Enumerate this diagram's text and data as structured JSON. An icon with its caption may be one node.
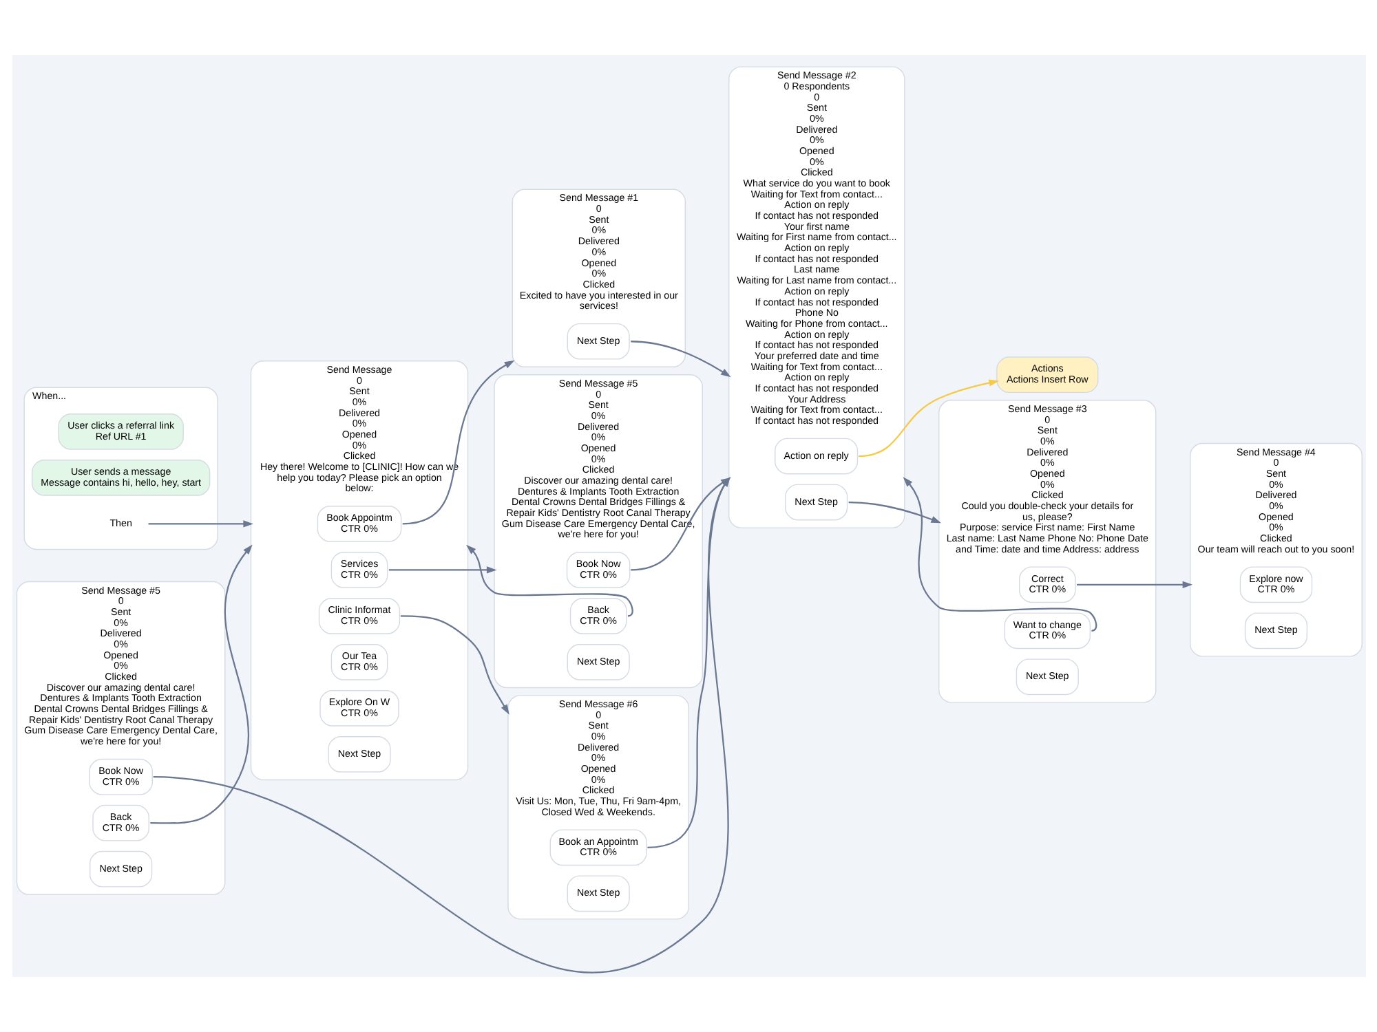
{
  "diagram": {
    "nodes": [
      {
        "text": [
          "When..."
        ]
      },
      {
        "text": [
          "User clicks a referral link",
          "Ref URL #1"
        ],
        "in": 0
      },
      {
        "text": [
          "User sends a message",
          "Message contains hi, hello, hey, start"
        ],
        "in": 0
      },
      {
        "text": [
          "Then"
        ],
        "in": 0
      },
      {
        "text": [
          "Send Message",
          "0",
          "Sent",
          "0%",
          "Delivered",
          "0%",
          "Opened",
          "0%",
          "Clicked",
          "Hey there! Welcome to [CLINIC]! How can we help you today? Please pick an option below:"
        ]
      },
      {
        "text": [
          "Book Appointm",
          "CTR 0%"
        ],
        "in": 4
      },
      {
        "text": [
          "Services",
          "CTR 0%"
        ],
        "in": 4
      },
      {
        "text": [
          "Clinic Informat",
          "CTR 0%"
        ],
        "in": 4
      },
      {
        "text": [
          "Our Tea",
          "CTR 0%"
        ],
        "in": 4
      },
      {
        "text": [
          "Explore On W",
          "CTR 0%"
        ],
        "in": 4
      },
      {
        "text": [
          "Next Step"
        ],
        "in": 4
      },
      {
        "text": [
          "Send Message #5",
          "0",
          "Sent",
          "0%",
          "Delivered",
          "0%",
          "Opened",
          "0%",
          "Clicked",
          "Discover our amazing dental care!",
          "Dentures & Implants Tooth Extraction Dental Crowns Dental Bridges Fillings & Repair Kids' Dentistry Root Canal Therapy Gum Disease Care Emergency Dental Care, we're here for you!"
        ]
      },
      {
        "text": [
          "Book Now",
          "CTR 0%"
        ],
        "in": 11
      },
      {
        "text": [
          "Back",
          "CTR 0%"
        ],
        "in": 11
      },
      {
        "text": [
          "Next Step"
        ],
        "in": 11
      },
      {
        "text": [
          "Send Message #1",
          "0",
          "Sent",
          "0%",
          "Delivered",
          "0%",
          "Opened",
          "0%",
          "Clicked",
          "Excited to have you interested in our services!"
        ]
      },
      {
        "text": [
          "Next Step"
        ],
        "in": 15
      },
      {
        "text": [
          "Send Message #2",
          "0 Respondents",
          "0",
          "Sent",
          "0%",
          "Delivered",
          "0%",
          "Opened",
          "0%",
          "Clicked",
          "What service do you want to book",
          "Waiting for Text from contact...",
          "Action on reply",
          "If contact has not responded",
          "Your first name",
          "Waiting for First name from contact...",
          "Action on reply",
          "If contact has not responded",
          "Last name",
          "Waiting for Last name from contact...",
          "Action on reply",
          "If contact has not responded",
          "Phone No",
          "Waiting for Phone from contact...",
          "Action on reply",
          "If contact has not responded",
          "Your preferred date and time",
          "Waiting for Text from contact...",
          "Action on reply",
          "If contact has not responded",
          "Your Address",
          "Waiting for Text from contact...",
          "If contact has not responded"
        ]
      },
      {
        "text": [
          "Action on reply"
        ],
        "in": 17
      },
      {
        "text": [
          "Next Step"
        ],
        "in": 17
      },
      {
        "text": [
          "Actions",
          "Actions Insert Row"
        ]
      },
      {
        "text": [
          "Send Message #3",
          "0",
          "Sent",
          "0%",
          "Delivered",
          "0%",
          "Opened",
          "0%",
          "Clicked",
          "Could you double-check your details for us, please?",
          "Purpose: service First name: First Name Last name: Last Name Phone No: Phone Date and Time: date and time Address: address"
        ]
      },
      {
        "text": [
          "Correct",
          "CTR 0%"
        ],
        "in": 21
      },
      {
        "text": [
          "Want to change",
          "CTR 0%"
        ],
        "in": 21
      },
      {
        "text": [
          "Next Step"
        ],
        "in": 21
      },
      {
        "text": [
          "Send Message #4",
          "0",
          "Sent",
          "0%",
          "Delivered",
          "0%",
          "Opened",
          "0%",
          "Clicked",
          "Our team will reach out to you soon!"
        ]
      },
      {
        "text": [
          "Explore now",
          "CTR 0%"
        ],
        "in": 25
      },
      {
        "text": [
          "Next Step"
        ],
        "in": 25
      },
      {
        "text": [
          "Send Message #5",
          "0",
          "Sent",
          "0%",
          "Delivered",
          "0%",
          "Opened",
          "0%",
          "Clicked",
          "Discover our amazing dental care!",
          "Dentures & Implants Tooth Extraction Dental Crowns Dental Bridges Fillings & Repair Kids' Dentistry Root Canal Therapy Gum Disease Care Emergency Dental Care, we're here for you!"
        ]
      },
      {
        "text": [
          "Book Now",
          "CTR 0%"
        ],
        "in": 28
      },
      {
        "text": [
          "Back",
          "CTR 0%"
        ],
        "in": 28
      },
      {
        "text": [
          "Next Step"
        ],
        "in": 28
      },
      {
        "text": [
          "Send Message #6",
          "0",
          "Sent",
          "0%",
          "Delivered",
          "0%",
          "Opened",
          "0%",
          "Clicked",
          "Visit Us: Mon, Tue, Thu, Fri 9am-4pm, Closed Wed & Weekends."
        ]
      },
      {
        "text": [
          "Book an Appointm",
          "CTR 0%"
        ],
        "in": 32
      },
      {
        "text": [
          "Next Step"
        ],
        "in": 32
      }
    ],
    "edges": [
      {
        "from": 3,
        "to": 4,
        "arrow": "to"
      },
      {
        "from": 5,
        "to": 15,
        "arrow": "to"
      },
      {
        "from": 6,
        "to": 11,
        "arrow": "to"
      },
      {
        "from": 7,
        "to": 32,
        "arrow": "to"
      },
      {
        "from": 12,
        "to": 17,
        "arrow": "to"
      },
      {
        "from": 13,
        "to": 4,
        "arrow": "to"
      },
      {
        "from": 16,
        "to": 17,
        "arrow": "to"
      },
      {
        "from": 18,
        "to": 20,
        "arrow": "to",
        "color": "#f7c948"
      },
      {
        "from": 19,
        "to": 21,
        "arrow": "to"
      },
      {
        "from": 22,
        "to": 25,
        "arrow": "to"
      },
      {
        "from": 23,
        "to": 17,
        "arrow": "to"
      },
      {
        "from": 29,
        "to": 17,
        "arrow": "to"
      },
      {
        "from": 30,
        "to": 4,
        "arrow": "to"
      },
      {
        "from": 33,
        "to": 17,
        "arrow": "to"
      }
    ]
  }
}
